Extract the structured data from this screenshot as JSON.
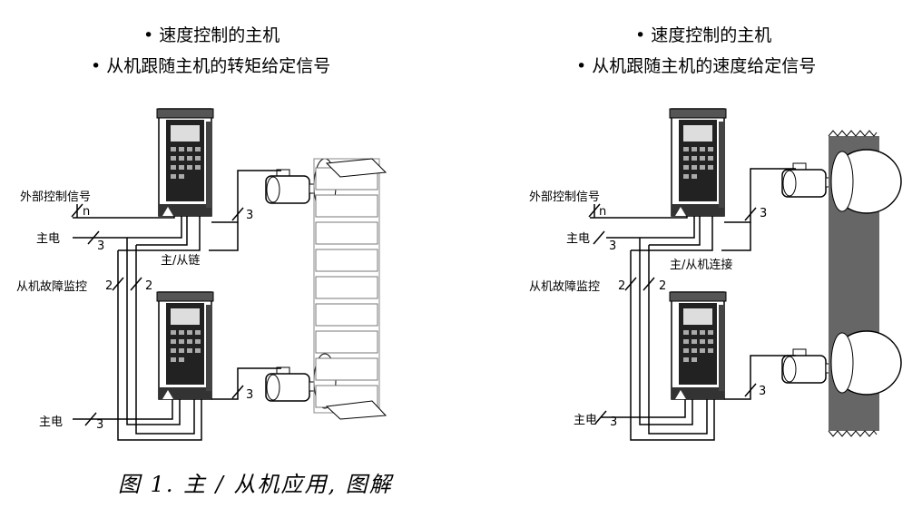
{
  "left": {
    "line1": "速度控制的主机",
    "line2": "从机跟随主机的转矩给定信号",
    "ext_signal": "外部控制信号",
    "n_label": "n",
    "mains_top": "主电",
    "mains_top_count": "3",
    "motor_top_count": "3",
    "link": "主/从链",
    "fault": "从机故障监控",
    "fault_a": "2",
    "fault_b": "2",
    "mains_bottom": "主电",
    "mains_bottom_count": "3",
    "motor_bottom_count": "3"
  },
  "right": {
    "line1": "速度控制的主机",
    "line2": "从机跟随主机的速度给定信号",
    "ext_signal": "外部控制信号",
    "n_label": "n",
    "mains_top": "主电",
    "mains_top_count": "3",
    "motor_top_count": "3",
    "link": "主/从机连接",
    "fault": "从机故障监控",
    "fault_a": "2",
    "fault_b": "2",
    "mains_bottom": "主电",
    "mains_bottom_count": "3",
    "motor_bottom_count": "3"
  },
  "caption": "图 1.  主 / 从机应用, 图解"
}
